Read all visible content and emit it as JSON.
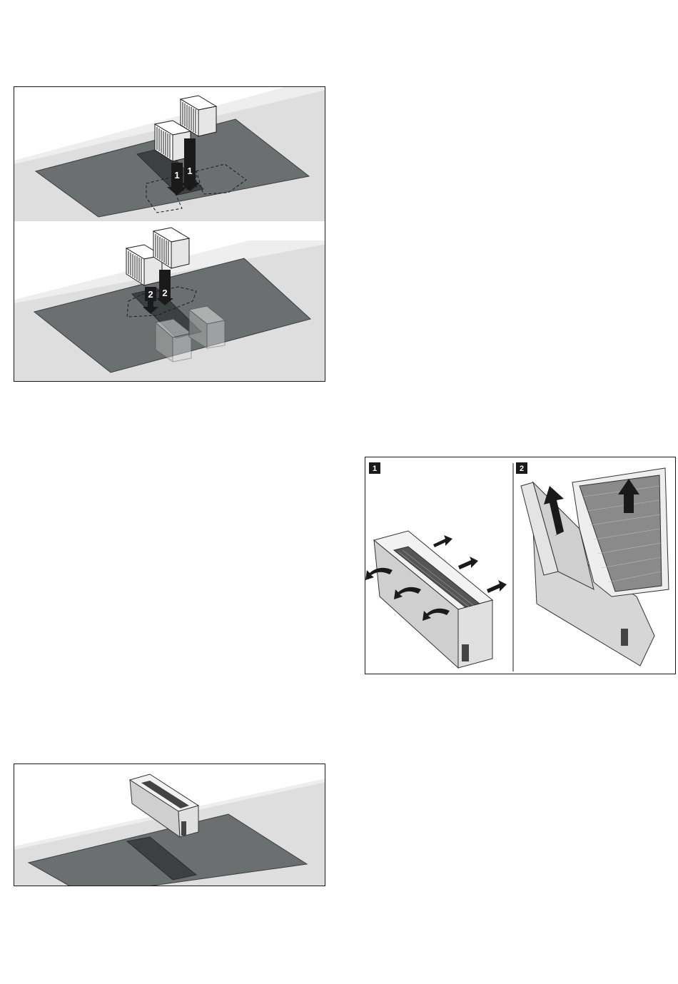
{
  "figures": {
    "top": {
      "panel_1": {
        "step_labels": [
          "1",
          "1"
        ]
      },
      "panel_2": {
        "step_labels": [
          "2",
          "2"
        ]
      }
    },
    "right": {
      "panel_1_badge": "1",
      "panel_2_badge": "2"
    }
  },
  "colors": {
    "hob_glass": "#6b6f70",
    "counter_top": "#dcdcdc",
    "counter_edge": "#cfcfcf",
    "filter_face": "#f2f2f2",
    "arrow": "#1a1a1a",
    "frame": "#1a1a1a"
  },
  "icons": [
    "filter-icon",
    "arrow-down-icon",
    "arrow-up-icon",
    "curved-arrow-icon"
  ]
}
